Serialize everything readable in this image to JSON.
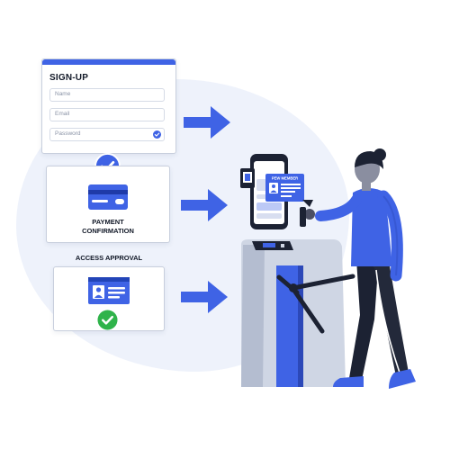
{
  "signup": {
    "title": "SIGN-UP",
    "fields": [
      {
        "placeholder": "Name"
      },
      {
        "placeholder": "Email"
      },
      {
        "placeholder": "Password"
      }
    ]
  },
  "payment": {
    "label_line1": "PAYMENT",
    "label_line2": "CONFIRMATION"
  },
  "access": {
    "title": "ACCESS APPROVAL"
  },
  "phone": {
    "badge": "PEW MEMBER"
  },
  "colors": {
    "accent": "#3f63e5",
    "success": "#2fb34a",
    "dark": "#1c2233"
  }
}
